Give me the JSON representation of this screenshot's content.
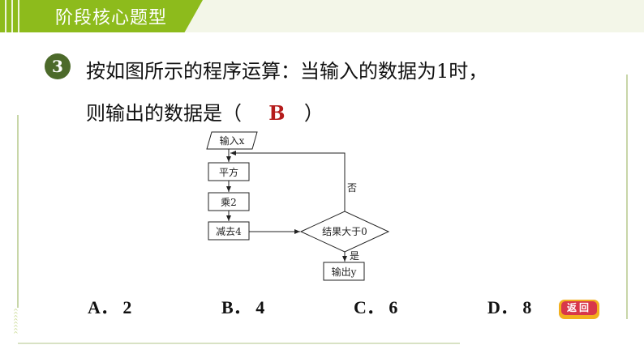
{
  "header": {
    "title": "阶段核心题型"
  },
  "question": {
    "number": "3",
    "line1": "按如图所示的程序运算：当输入的数据为1时，",
    "line2_prefix": "则输出的数据是（",
    "answer": "B",
    "line2_suffix": "）"
  },
  "flowchart": {
    "input": "输入x",
    "step1": "平方",
    "step2": "乘2",
    "step3": "减去4",
    "decision": "结果大于0",
    "no_label": "否",
    "yes_label": "是",
    "output": "输出y"
  },
  "options": [
    {
      "label": "A．",
      "value": "2"
    },
    {
      "label": "B．",
      "value": "4"
    },
    {
      "label": "C．",
      "value": "6"
    },
    {
      "label": "D．",
      "value": "8"
    }
  ],
  "back_button": {
    "label": "返回"
  },
  "colors": {
    "title_green": "#8dbb1c",
    "badge_green": "#4c6a2a",
    "answer_red": "#b51c1c",
    "button_red": "#d8374a",
    "button_gold": "#f2b01e"
  }
}
